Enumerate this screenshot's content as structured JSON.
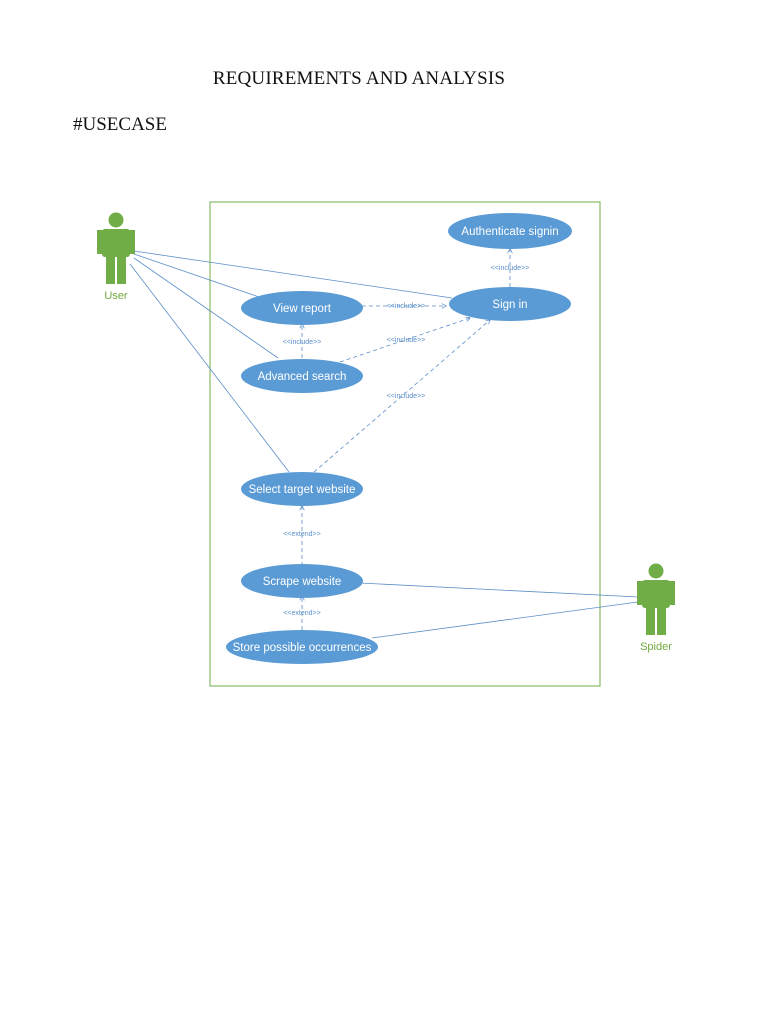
{
  "page": {
    "title": "REQUIREMENTS AND ANALYSIS",
    "section": "#USECASE"
  },
  "diagram": {
    "actors": {
      "user": "User",
      "spider": "Spider"
    },
    "use_cases": {
      "authenticate": "Authenticate signin",
      "sign_in": "Sign in",
      "view_report": "View report",
      "advanced_search": "Advanced search",
      "select_target": "Select target website",
      "scrape": "Scrape website",
      "store": "Store possible occurrences"
    },
    "relations": {
      "signin_auth": "<<include>>",
      "view_signin": "<<include>>",
      "adv_view": "<<include>>",
      "adv_signin": "<<include>>",
      "select_signin": "<<include>>",
      "scrape_select": "<<extend>>",
      "store_scrape": "<<extend>>"
    },
    "colors": {
      "use_case_fill": "#5b9bd5",
      "actor_fill": "#70ad47",
      "line": "#5b8ec8",
      "boundary": "#70ad47"
    }
  }
}
